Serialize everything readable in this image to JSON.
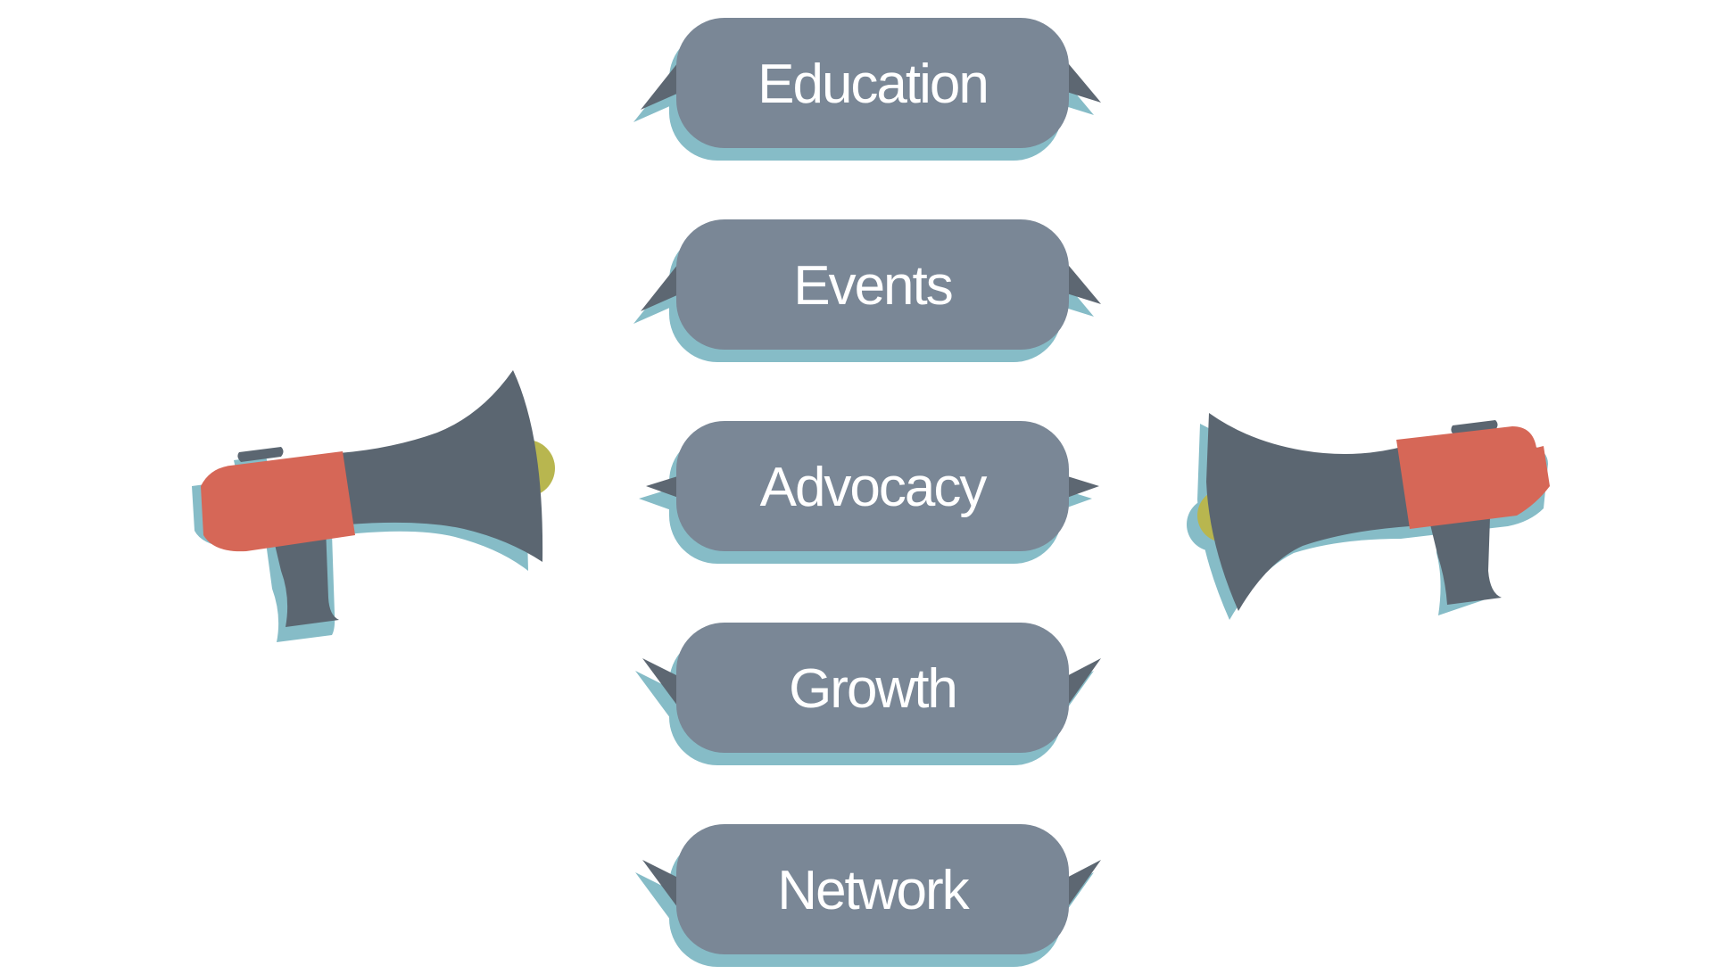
{
  "bubbles": [
    {
      "label": "Education",
      "tail": "down"
    },
    {
      "label": "Events",
      "tail": "down"
    },
    {
      "label": "Advocacy",
      "tail": "middle"
    },
    {
      "label": "Growth",
      "tail": "up"
    },
    {
      "label": "Network",
      "tail": "up"
    }
  ],
  "colors": {
    "bubble": "#7a8796",
    "bubble_shadow": "#86bcc7",
    "tail_dark": "#5d6772",
    "megaphone_body": "#5b6671",
    "megaphone_band": "#d66757",
    "megaphone_back": "#b8b64f"
  },
  "icons": [
    "megaphone-left-icon",
    "megaphone-right-icon"
  ]
}
